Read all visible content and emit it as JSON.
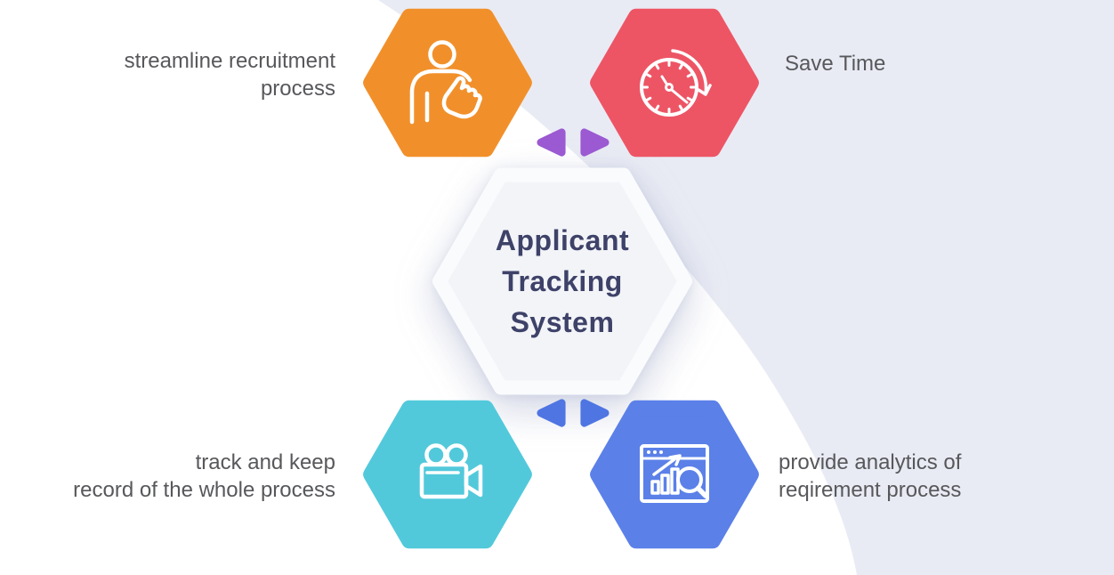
{
  "diagram": {
    "type": "hub-and-spoke infographic",
    "center": {
      "title": "Applicant Tracking System",
      "title_lines": [
        "Applicant",
        "Tracking",
        "System"
      ]
    },
    "features": [
      {
        "name": "streamline-recruitment",
        "label": "streamline recruitment\nprocess",
        "color": "#F1902B",
        "icon": "person-click-icon",
        "position": "top-left",
        "label_side": "left"
      },
      {
        "name": "save-time",
        "label": "Save Time",
        "color": "#ED5565",
        "icon": "stopwatch-icon",
        "position": "top-right",
        "label_side": "right"
      },
      {
        "name": "track-record",
        "label": "track and keep\nrecord of the whole process",
        "color": "#52C9DB",
        "icon": "video-camera-icon",
        "position": "bottom-left",
        "label_side": "left"
      },
      {
        "name": "analytics",
        "label": "provide analytics of\nreqirement process",
        "color": "#5B80E8",
        "icon": "analytics-search-icon",
        "position": "bottom-right",
        "label_side": "right"
      }
    ],
    "connectors": {
      "top_color": "#9B59D2",
      "bottom_color": "#4F75E2"
    },
    "colors": {
      "background": "#FFFFFF",
      "background_accent": "#E9EBF4",
      "title_text": "#3E4269",
      "label_text": "#57585B",
      "center_hex_fill": "#F3F4F8",
      "center_hex_stroke": "#FAFBFD",
      "icon_stroke": "#FFFFFF"
    }
  }
}
